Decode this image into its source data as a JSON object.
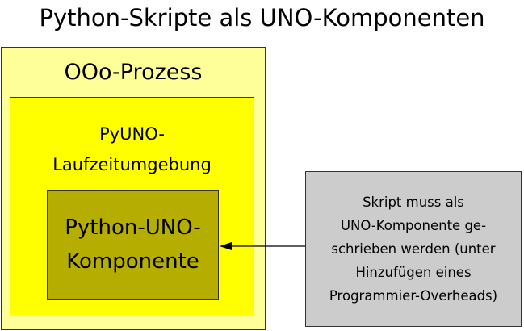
{
  "title": "Python-Skripte als UNO-Komponenten",
  "colors": {
    "process_fill": "#ffff99",
    "runtime_fill": "#ffff00",
    "component_fill": "#b5ad00",
    "note_fill": "#cccccc",
    "border": "#333333"
  },
  "process": {
    "label": "OOo-Prozess"
  },
  "runtime": {
    "lines": [
      "PyUNO-",
      "Laufzeitumgebung"
    ]
  },
  "component": {
    "lines": [
      "Python-UNO-",
      "Komponente"
    ]
  },
  "note": {
    "lines": [
      "Skript muss als",
      "UNO-Komponente ge-",
      "schrieben werden (unter",
      "Hinzufügen eines",
      "Programmier-Overheads)"
    ]
  }
}
